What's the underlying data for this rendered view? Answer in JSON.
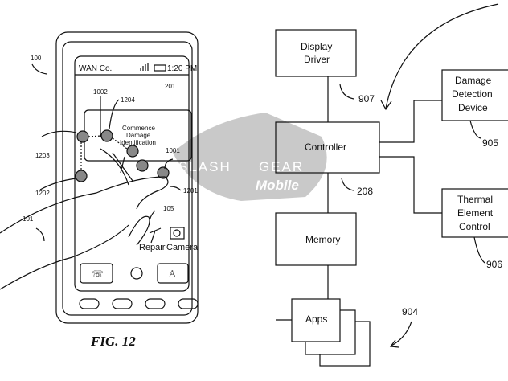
{
  "figure": {
    "caption": "FIG. 12"
  },
  "phone": {
    "ref_device": "100",
    "ref_hand": "101",
    "status": {
      "carrier": "WAN Co.",
      "time": "1:20 PM",
      "icons": [
        "signal-icon",
        "battery-icon"
      ]
    },
    "screen_ref": "201",
    "dialog": {
      "line1": "Commence",
      "line2": "Damage",
      "line3": "Identification"
    },
    "refs": {
      "r1002": "1002",
      "r1204": "1204",
      "r1203": "1203",
      "r1202": "1202",
      "r1001": "1001",
      "r1201": "1201",
      "r105": "105"
    },
    "apps": [
      {
        "label": "Repair",
        "icon": "hammer-icon"
      },
      {
        "label": "Camera",
        "icon": "camera-icon"
      }
    ],
    "nav": [
      "phone-icon",
      "home-icon",
      "contact-icon"
    ]
  },
  "watermark": {
    "line1": "SLASH",
    "line2": "GEAR",
    "line3": "Mobile"
  },
  "blocks": {
    "display_driver": {
      "line1": "Display",
      "line2": "Driver",
      "ref": "907"
    },
    "controller": {
      "label": "Controller",
      "ref": "208"
    },
    "memory": {
      "label": "Memory"
    },
    "apps": {
      "label": "Apps",
      "ref": "904"
    },
    "damage": {
      "line1": "Damage",
      "line2": "Detection",
      "line3": "Device",
      "ref": "905"
    },
    "thermal": {
      "line1": "Thermal",
      "line2": "Element",
      "line3": "Control",
      "ref": "906"
    }
  }
}
